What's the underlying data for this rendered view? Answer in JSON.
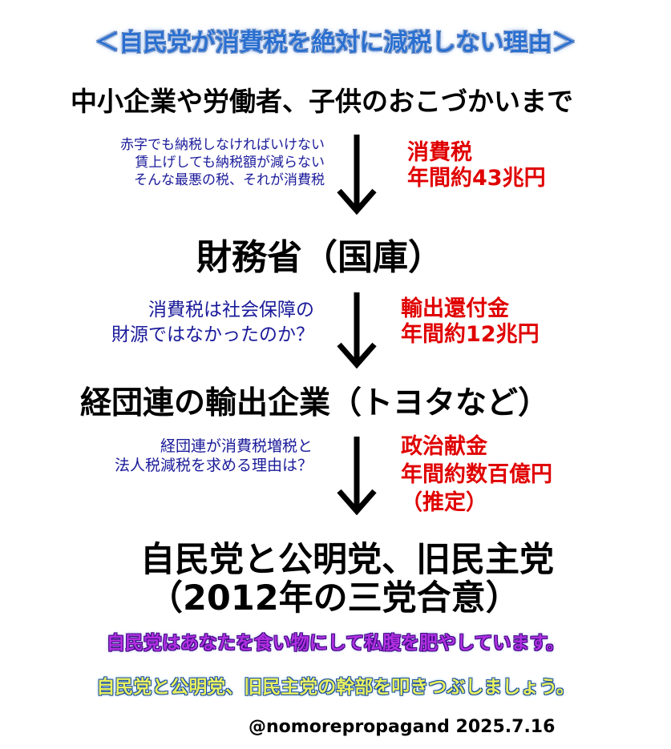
{
  "title": "＜自民党が消費税を絶対に減税しない理由＞",
  "flow": {
    "source": "中小企業や労働者、子供のおこづかいまで",
    "step1": {
      "notes": [
        "赤字でも納税しなければいけない",
        "賃上げしても納税額が減らない",
        "そんな最悪の税、それが消費税"
      ],
      "amount": [
        "消費税",
        "年間約43兆円"
      ]
    },
    "node2": "財務省（国庫）",
    "step2": {
      "notes": [
        "消費税は社会保障の",
        "財源ではなかったのか？"
      ],
      "amount": [
        "輸出還付金",
        "年間約12兆円"
      ]
    },
    "node3": "経団連の輸出企業（トヨタなど）",
    "step3": {
      "notes": [
        "経団連が消費税増税と",
        "法人税減税を求める理由は？"
      ],
      "amount": [
        "政治献金",
        "年間約数百億円",
        "（推定）"
      ]
    },
    "node4": [
      "自民党と公明党、旧民主党",
      "（2012年の三党合意）"
    ]
  },
  "message1": "自民党はあなたを食い物にして私腹を肥やしています。",
  "message2": "自民党と公明党、旧民主党の幹部を叩きつぶしましょう。",
  "credit": "@nomorepropagand  2025.7.16",
  "colors": {
    "title": "#2a6fd0",
    "notes": "#1a1a9a",
    "amount": "#e00000",
    "message1": "#b030e0",
    "message2": "#e8f060"
  }
}
